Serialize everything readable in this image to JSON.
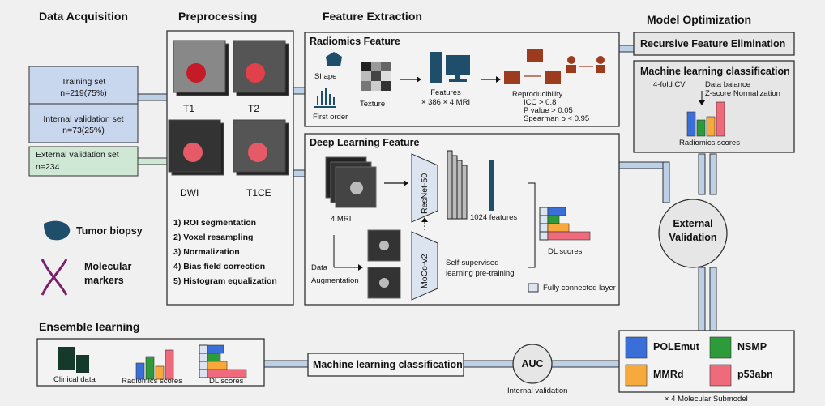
{
  "sections": {
    "acquisition": "Data Acquisition",
    "preprocessing": "Preprocessing",
    "feature_extraction": "Feature Extraction",
    "model_optimization": "Model Optimization",
    "ensemble": "Ensemble learning"
  },
  "acquisition": {
    "training": {
      "label": "Training set",
      "count": "n=219(75%)"
    },
    "internal": {
      "label": "Internal validation set",
      "count": "n=73(25%)"
    },
    "external": {
      "label": "External validation set",
      "count": "n=234"
    },
    "tumor_biopsy": "Tumor biopsy",
    "molecular_markers_1": "Molecular",
    "molecular_markers_2": "markers"
  },
  "preprocessing": {
    "sequences": [
      "T1",
      "T2",
      "DWI",
      "T1CE"
    ],
    "steps": [
      "1) ROI segmentation",
      "2) Voxel resampling",
      "3) Normalization",
      "4) Bias field correction",
      "5) Histogram equalization"
    ]
  },
  "radiomics": {
    "title": "Radiomics Feature",
    "shape": "Shape",
    "first_order": "First order",
    "texture": "Texture",
    "features": "Features",
    "features_count": "× 386 × 4 MRI",
    "reproducibility": "Reproducibility",
    "criteria": [
      "ICC > 0.8",
      "P value > 0.05",
      "Spearman ρ < 0.95"
    ]
  },
  "deep_learning": {
    "title": "Deep Learning Feature",
    "mri": "4 MRI",
    "resnet": "ResNet-50",
    "moco": "MoCo-v2",
    "features": "1024 features",
    "data_aug_1": "Data",
    "data_aug_2": "Augmentation",
    "ssl_1": "Self-supervised",
    "ssl_2": "learning pre-training",
    "dl_scores": "DL scores",
    "fc_legend": "Fully connected layer"
  },
  "model_optimization": {
    "rfe": "Recursive Feature Elimination",
    "mlc_title": "Machine learning classification",
    "cv": "4-fold CV",
    "balance": "Data balance",
    "zscore": "Z-score Normalization",
    "radiomics_scores": "Radiomics scores",
    "external_1": "External",
    "external_2": "Validation"
  },
  "ensemble": {
    "clinical": "Clinical data",
    "radiomics_scores": "Radiomics scores",
    "dl_scores": "DL scores",
    "mlc": "Machine learning classification",
    "auc": "AUC",
    "internal_validation": "Internal validation"
  },
  "submodels": {
    "items": [
      "POLEmut",
      "NSMP",
      "MMRd",
      "p53abn"
    ],
    "footer": "× 4 Molecular Submodel"
  },
  "colors": {
    "blue": "#3b6fd8",
    "green": "#2e9b3a",
    "orange": "#f7a93b",
    "pink": "#ef6a7a",
    "acq_blue": "#c9d7ee",
    "acq_green": "#cfe8d6",
    "icon_brown": "#9c3b1e",
    "navy": "#1f4e6b"
  }
}
